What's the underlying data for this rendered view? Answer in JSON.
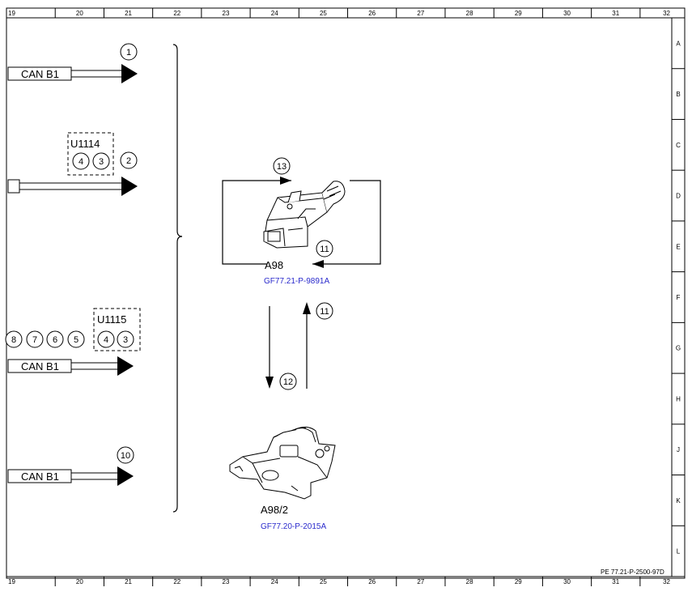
{
  "ruler": {
    "columns": [
      "19",
      "20",
      "21",
      "22",
      "23",
      "24",
      "25",
      "26",
      "27",
      "28",
      "29",
      "30",
      "31",
      "32"
    ],
    "rows": [
      "A",
      "B",
      "C",
      "D",
      "E",
      "F",
      "G",
      "H",
      "J",
      "K",
      "L"
    ]
  },
  "left_signals": [
    {
      "label": "CAN B1",
      "callout": "1"
    },
    {
      "callout": "2",
      "group_label": "U1114",
      "pins": [
        "4",
        "3"
      ]
    },
    {
      "label": "CAN B1",
      "group_label": "U1115",
      "pins": [
        "4",
        "3"
      ],
      "extra_pins": [
        "8",
        "7",
        "6",
        "5"
      ]
    },
    {
      "label": "CAN B1",
      "callout": "10"
    }
  ],
  "components": {
    "upper": {
      "name": "A98",
      "ref": "GF77.21-P-9891A",
      "callouts": [
        "13",
        "11"
      ]
    },
    "lower": {
      "name": "A98/2",
      "ref": "GF77.20-P-2015A"
    }
  },
  "link_callouts": {
    "down": "12",
    "up": "11"
  },
  "doc_ref": "PE 77.21-P-2500-97D"
}
